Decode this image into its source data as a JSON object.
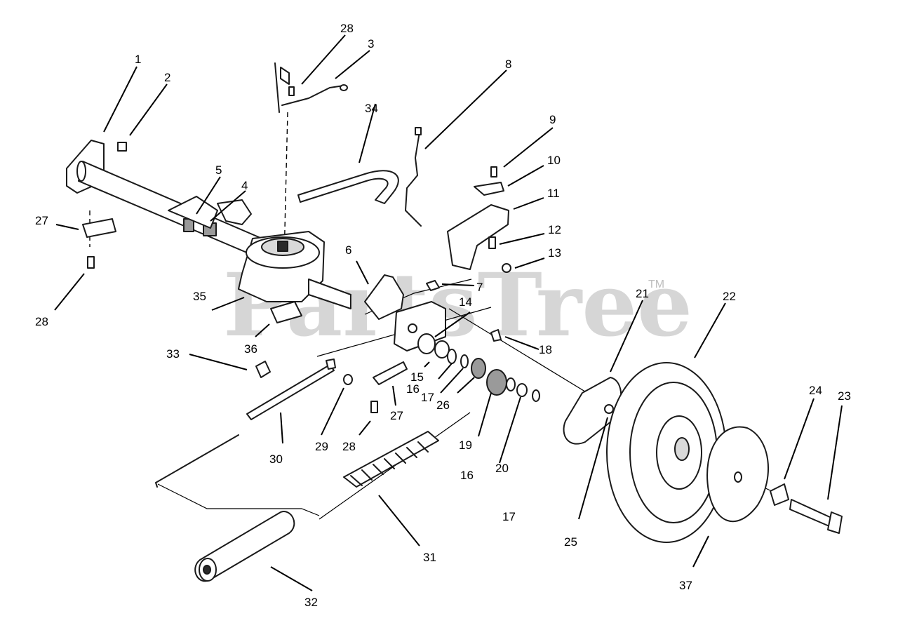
{
  "watermark": {
    "text": "PartsTree",
    "trademark": "TM"
  },
  "callouts": {
    "c1": "1",
    "c2": "2",
    "c3": "3",
    "c4": "4",
    "c5": "5",
    "c6": "6",
    "c7": "7",
    "c8": "8",
    "c9": "9",
    "c10": "10",
    "c11": "11",
    "c12": "12",
    "c13": "13",
    "c14": "14",
    "c15": "15",
    "c16a": "16",
    "c16b": "16",
    "c17a": "17",
    "c17b": "17",
    "c18": "18",
    "c19": "19",
    "c20": "20",
    "c21": "21",
    "c22": "22",
    "c23": "23",
    "c24": "24",
    "c25": "25",
    "c26": "26",
    "c27a": "27",
    "c27b": "27",
    "c28a": "28",
    "c28b": "28",
    "c28c": "28",
    "c29": "29",
    "c30": "30",
    "c31": "31",
    "c32": "32",
    "c33": "33",
    "c34": "34",
    "c35": "35",
    "c36": "36",
    "c37": "37"
  }
}
